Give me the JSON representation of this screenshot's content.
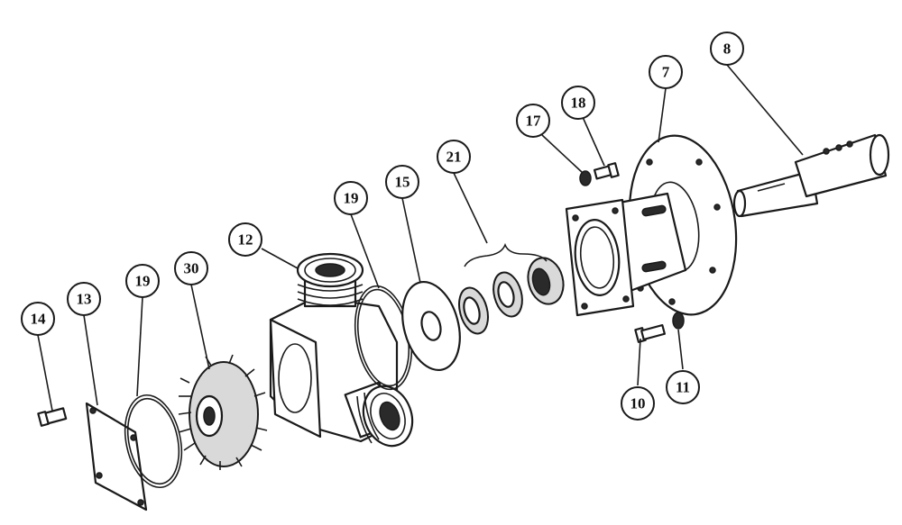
{
  "callouts": [
    {
      "id": "14",
      "label": "14"
    },
    {
      "id": "13",
      "label": "13"
    },
    {
      "id": "19a",
      "label": "19"
    },
    {
      "id": "30",
      "label": "30"
    },
    {
      "id": "12",
      "label": "12"
    },
    {
      "id": "19b",
      "label": "19"
    },
    {
      "id": "15",
      "label": "15"
    },
    {
      "id": "21",
      "label": "21"
    },
    {
      "id": "17",
      "label": "17"
    },
    {
      "id": "18",
      "label": "18"
    },
    {
      "id": "7",
      "label": "7"
    },
    {
      "id": "8",
      "label": "8"
    },
    {
      "id": "10",
      "label": "10"
    },
    {
      "id": "11",
      "label": "11"
    }
  ]
}
